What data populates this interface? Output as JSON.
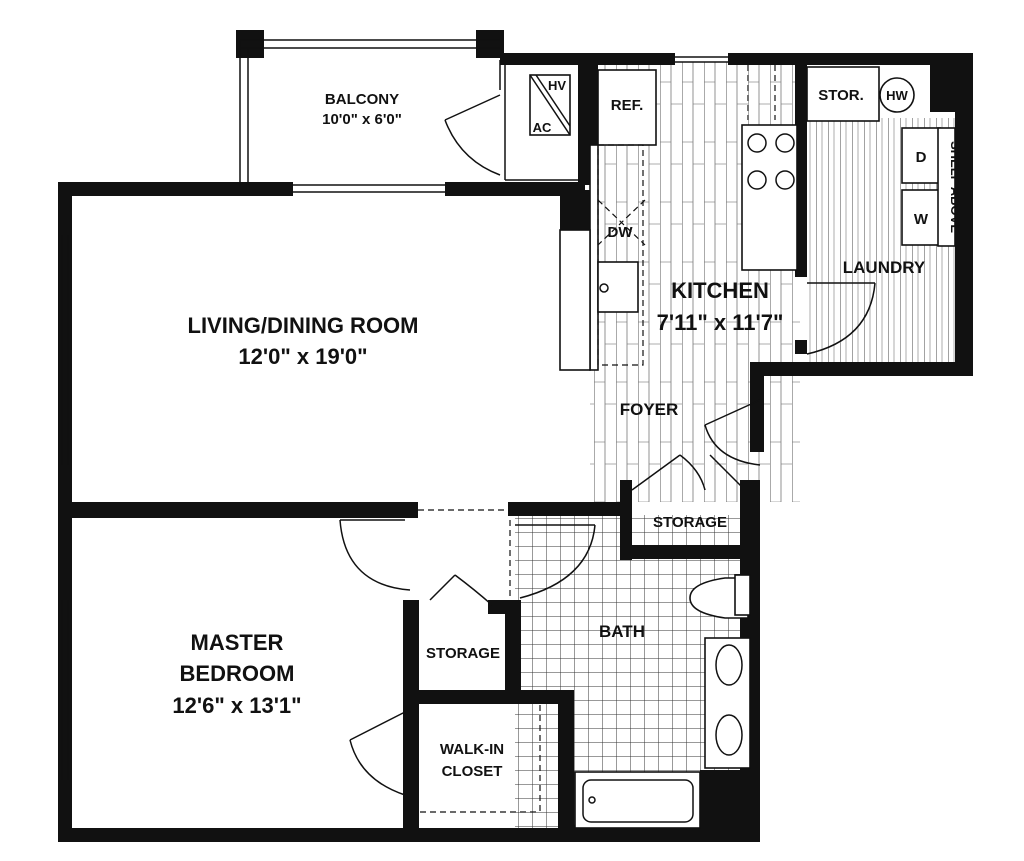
{
  "plan": {
    "balcony": {
      "name": "BALCONY",
      "size": "10'0\" x 6'0\""
    },
    "hvac": {
      "top": "HV",
      "bottom": "AC"
    },
    "refrigerator": "REF.",
    "dishwasher": "DW",
    "kitchen": {
      "name": "KITCHEN",
      "size": "7'11\" x 11'7\""
    },
    "laundry": {
      "name": "LAUNDRY",
      "storage": "STOR.",
      "water_heater": "HW",
      "dryer": "D",
      "washer": "W",
      "shelf": "SHELF ABOVE"
    },
    "living": {
      "name": "LIVING/DINING ROOM",
      "size": "12'0\" x 19'0\""
    },
    "foyer": "FOYER",
    "foyer_storage": "STORAGE",
    "bath": "BATH",
    "bedroom_storage": "STORAGE",
    "master_bedroom": {
      "line1": "MASTER",
      "line2": "BEDROOM",
      "size": "12'6\" x 13'1\""
    },
    "walk_in_closet": {
      "line1": "WALK-IN",
      "line2": "CLOSET"
    }
  }
}
